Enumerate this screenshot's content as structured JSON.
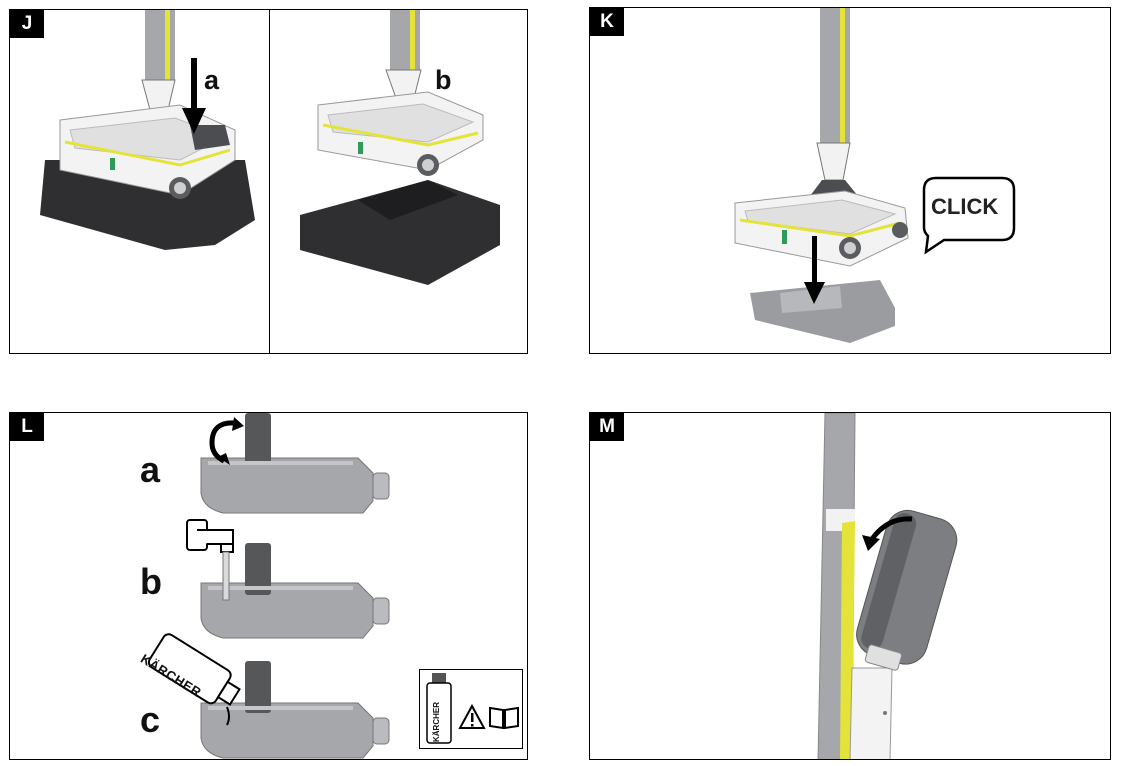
{
  "panels": {
    "J": {
      "label": "J",
      "steps": [
        "a",
        "b"
      ]
    },
    "K": {
      "label": "K",
      "callout": "CLICK"
    },
    "L": {
      "label": "L",
      "steps": [
        "a",
        "b",
        "c"
      ],
      "bottle_brand": "KÄRCHER",
      "small_bottle_text": "KÄRCHER"
    },
    "M": {
      "label": "M"
    }
  },
  "colors": {
    "accent_yellow": "#e3e33a",
    "device_grey": "#a5a7ab",
    "dark_grey": "#4b4d50",
    "base_black": "#2f2f31",
    "tray_grey": "#9a9c9f",
    "green_marker": "#2e9b5b"
  },
  "icons": [
    "down-arrow-icon",
    "rotate-arrow-icon",
    "faucet-icon",
    "warning-triangle-icon",
    "manual-book-icon",
    "curved-arrow-icon"
  ]
}
